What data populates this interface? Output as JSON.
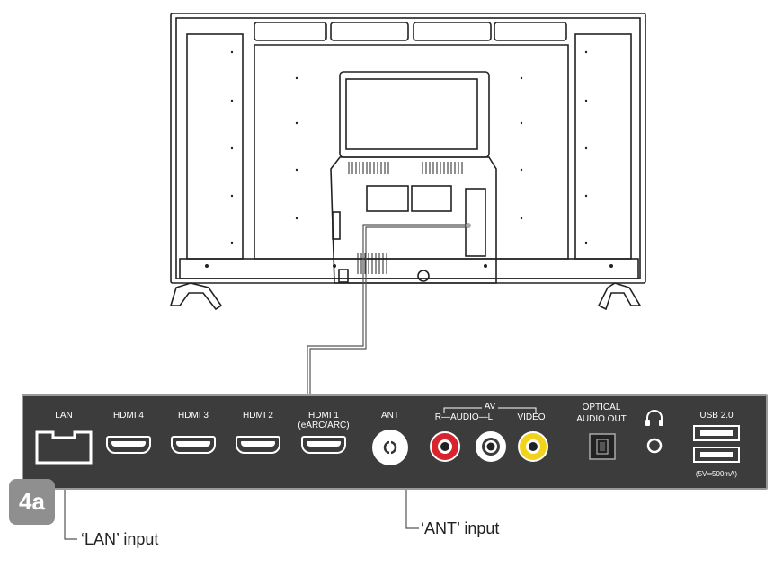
{
  "figure_label": "4a",
  "panel": {
    "ports": [
      {
        "id": "lan",
        "label": "LAN"
      },
      {
        "id": "hdmi4",
        "label": "HDMI 4"
      },
      {
        "id": "hdmi3",
        "label": "HDMI 3"
      },
      {
        "id": "hdmi2",
        "label": "HDMI 2"
      },
      {
        "id": "hdmi1",
        "label": "HDMI 1",
        "sublabel": "(eARC/ARC)"
      },
      {
        "id": "ant",
        "label": "ANT"
      },
      {
        "id": "av",
        "label": "AV",
        "sublabel": "R—AUDIO—L"
      },
      {
        "id": "video",
        "label": "VIDEO"
      },
      {
        "id": "optical",
        "label": "OPTICAL",
        "sublabel": "AUDIO OUT"
      },
      {
        "id": "usb",
        "label": "USB 2.0",
        "sublabel": "(5V═500mA)"
      }
    ],
    "headphone_icon": "headphones-icon"
  },
  "callouts": {
    "lan": "‘LAN’ input",
    "ant": "‘ANT’ input"
  },
  "colors": {
    "panel": "#3c3c3c",
    "panel_border": "#9a9a9a",
    "badge": "#8f8f8f",
    "rca_red": "#d9232e",
    "rca_white": "#ffffff",
    "rca_yellow": "#f2d21b"
  }
}
